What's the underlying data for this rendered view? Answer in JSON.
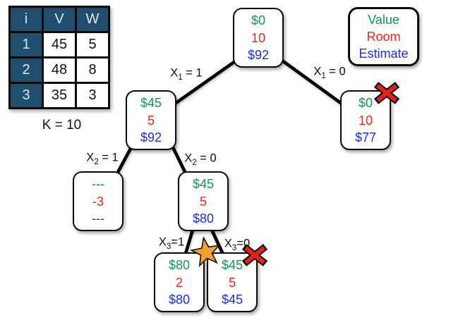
{
  "palette": {
    "value_green": "#0f9b52",
    "room_red": "#f3241b",
    "estimate_blue": "#1b2df2",
    "table_header_blue": "#204e6e",
    "star_orange": "#f5a02b",
    "cross_red": "#e32119",
    "edge_black": "#000000"
  },
  "table": {
    "headers": [
      "i",
      "V",
      "W"
    ],
    "rows": [
      [
        "1",
        "45",
        "5"
      ],
      [
        "2",
        "48",
        "8"
      ],
      [
        "3",
        "35",
        "3"
      ]
    ],
    "capacity": "K = 10"
  },
  "legend": {
    "value": "Value",
    "room": "Room",
    "estimate": "Estimate"
  },
  "nodes": {
    "root": {
      "value": "$0",
      "room": "10",
      "estimate": "$92"
    },
    "x1_taken": {
      "value": "$45",
      "room": "5",
      "estimate": "$92"
    },
    "x1_skipped": {
      "value": "$0",
      "room": "10",
      "estimate": "$77",
      "marker": "pruned-cross"
    },
    "x2_taken": {
      "value": "---",
      "room": "-3",
      "estimate": "---"
    },
    "x2_skipped": {
      "value": "$45",
      "room": "5",
      "estimate": "$80"
    },
    "x3_taken": {
      "value": "$80",
      "room": "2",
      "estimate": "$80",
      "marker": "best-star"
    },
    "x3_skipped": {
      "value": "$45",
      "room": "5",
      "estimate": "$45",
      "marker": "pruned-cross"
    }
  },
  "edge_labels": {
    "x1_1": {
      "v": "X",
      "s": "1",
      "r": " = 1"
    },
    "x1_0": {
      "v": "X",
      "s": "1",
      "r": " = 0"
    },
    "x2_1": {
      "v": "X",
      "s": "2",
      "r": " = 1"
    },
    "x2_0": {
      "v": "X",
      "s": "2",
      "r": " = 0"
    },
    "x3_1": {
      "v": "X",
      "s": "3",
      "r": "=1"
    },
    "x3_0": {
      "v": "X",
      "s": "3",
      "r": "=0"
    }
  }
}
